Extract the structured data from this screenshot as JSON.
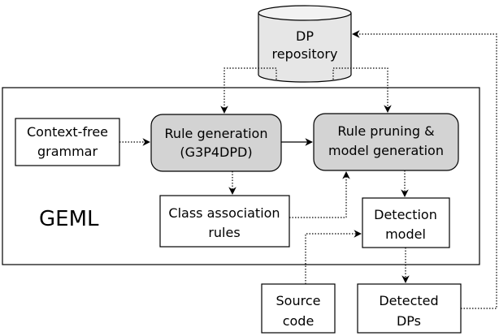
{
  "diagram": {
    "repository": {
      "line1": "DP",
      "line2": "repository"
    },
    "grammar": {
      "line1": "Context-free",
      "line2": "grammar"
    },
    "rule_generation": {
      "line1": "Rule generation",
      "line2": "(G3P4DPD)"
    },
    "rule_pruning": {
      "line1": "Rule pruning &",
      "line2": "model generation"
    },
    "class_rules": {
      "line1": "Class association",
      "line2": "rules"
    },
    "detection_model": {
      "line1": "Detection",
      "line2": "model"
    },
    "framework_label": "GEML",
    "source_code": {
      "line1": "Source",
      "line2": "code"
    },
    "detected_dps": {
      "line1": "Detected",
      "line2": "DPs"
    },
    "colors": {
      "process_fill": "#d3d3d3",
      "box_fill": "#ffffff",
      "stroke": "#000000",
      "cylinder_fill": "#e6e6e6"
    }
  }
}
